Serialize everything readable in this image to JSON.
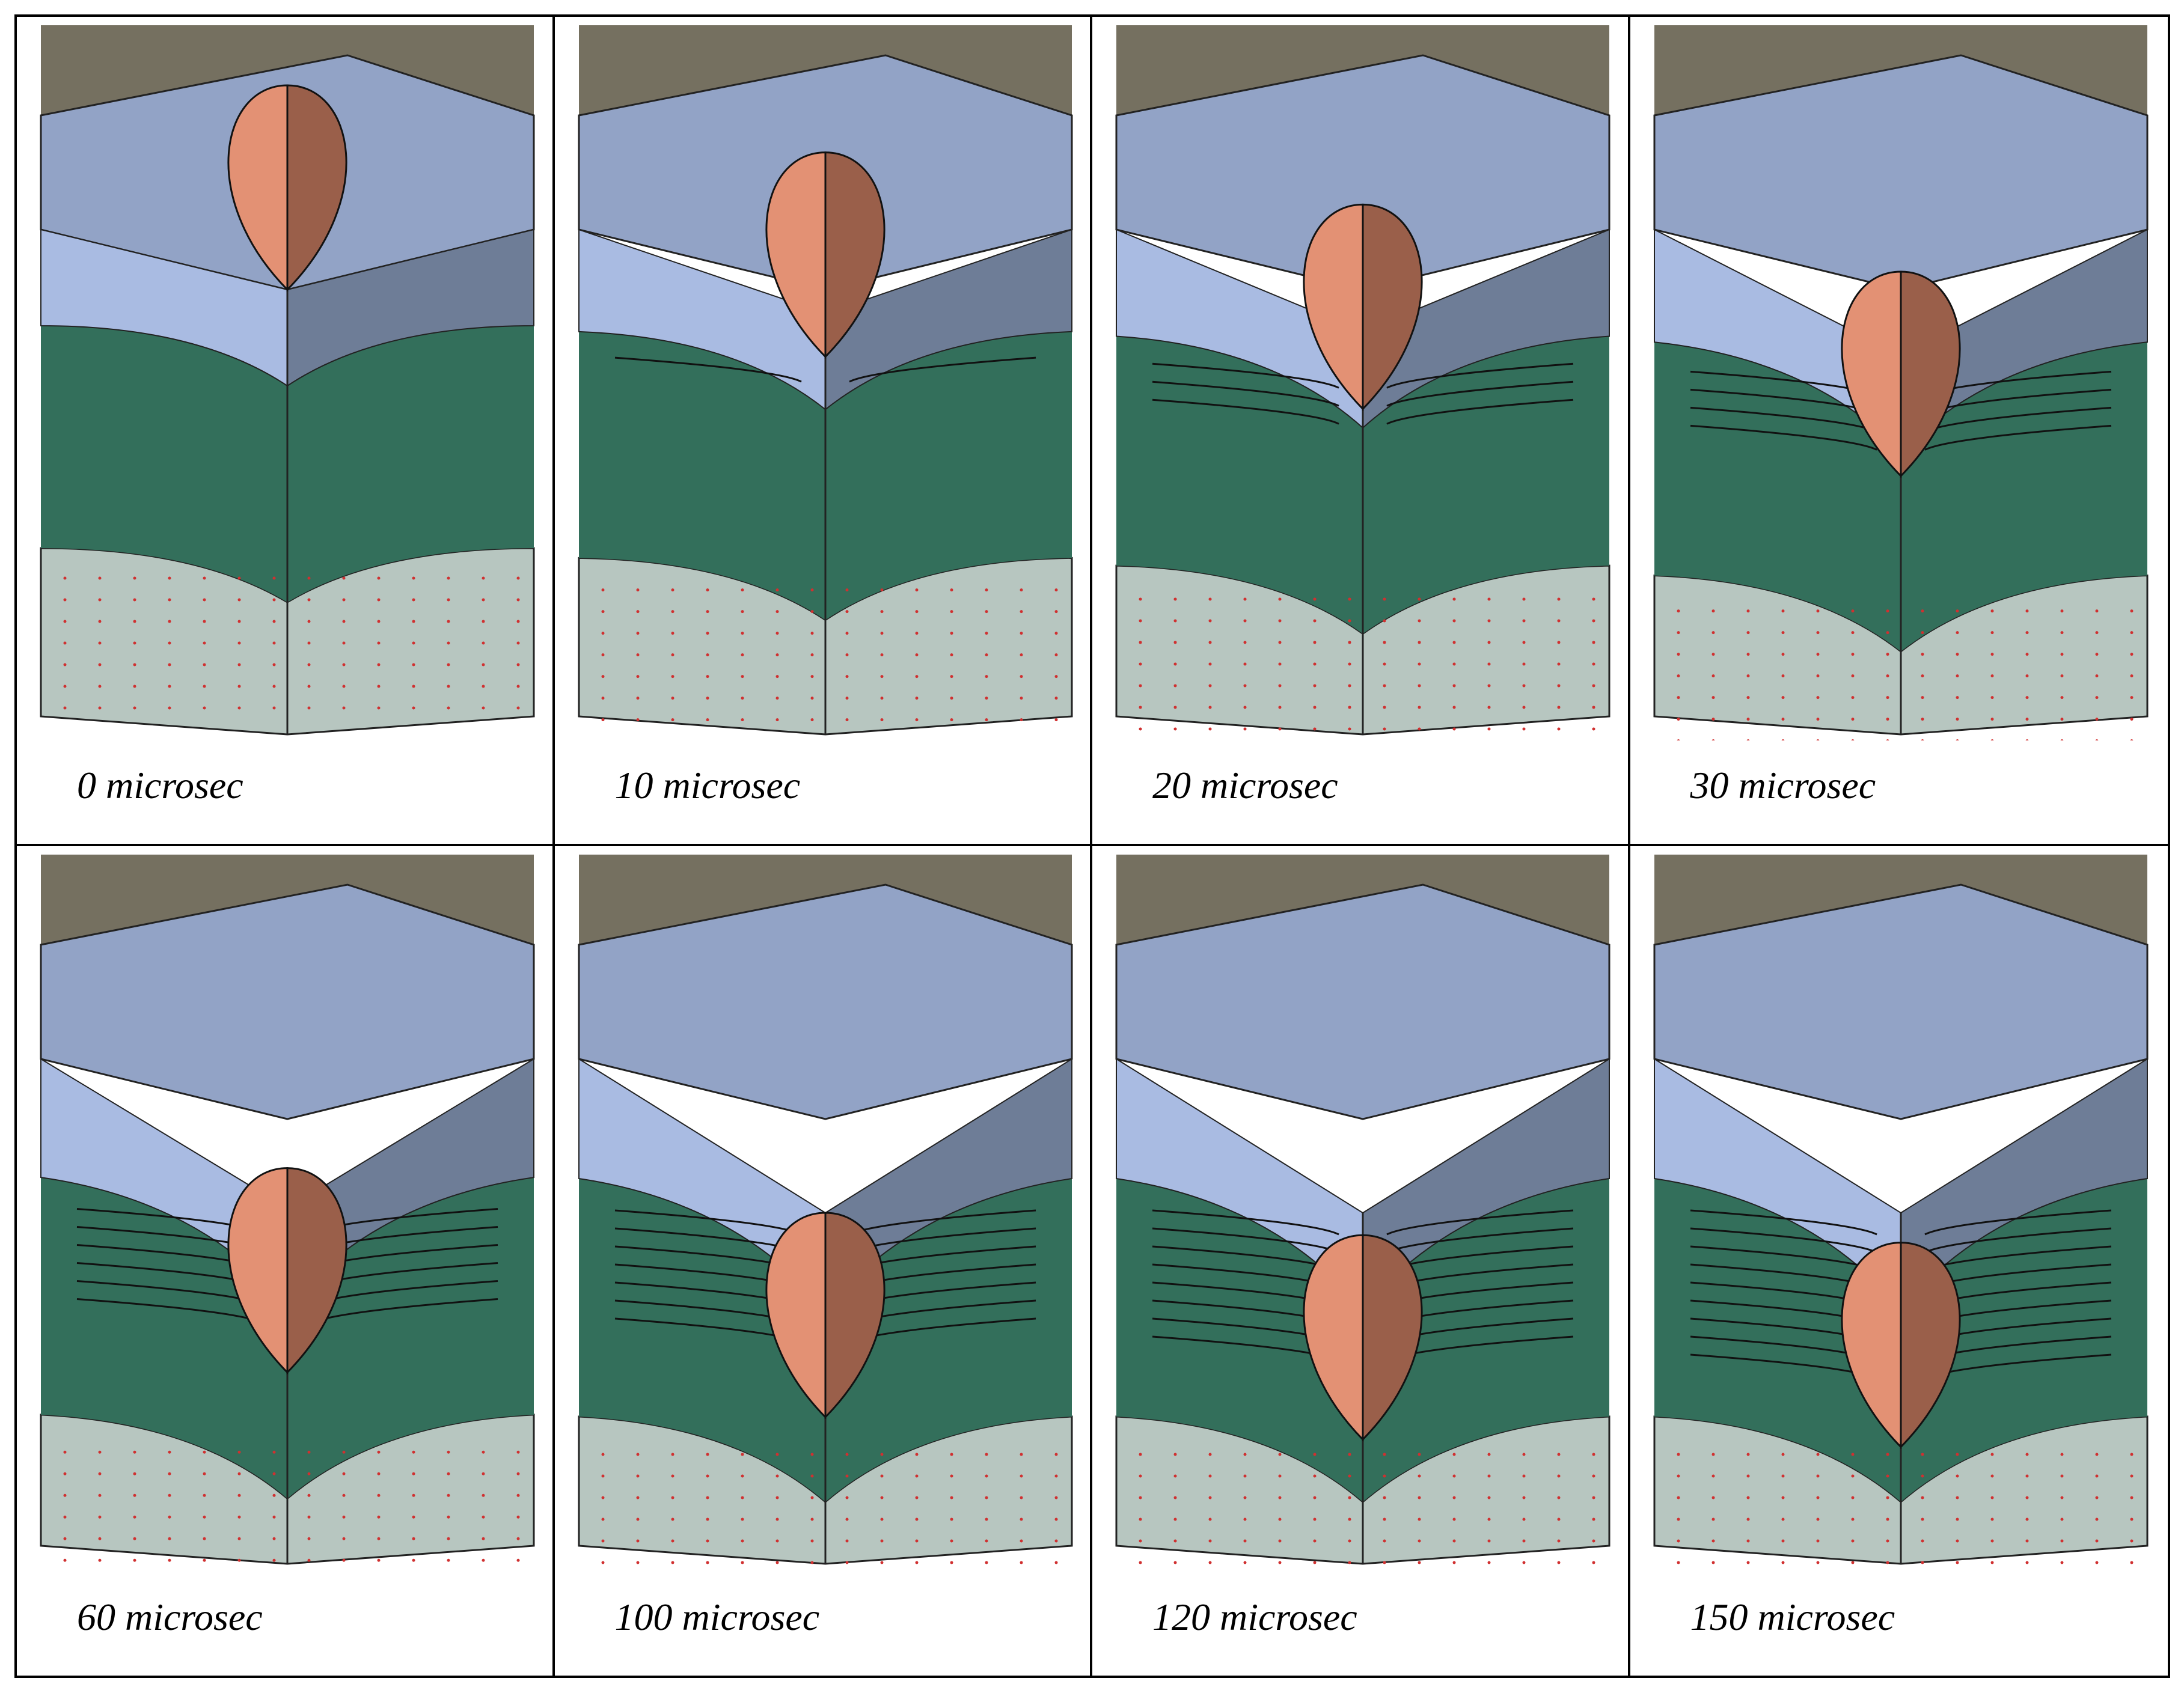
{
  "panels": [
    {
      "label": "0 microsec",
      "t": 0,
      "penetration": 0.0,
      "damage": 0.0
    },
    {
      "label": "10 microsec",
      "t": 10,
      "penetration": 0.18,
      "damage": 0.15
    },
    {
      "label": "20 microsec",
      "t": 20,
      "penetration": 0.32,
      "damage": 0.3
    },
    {
      "label": "30 microsec",
      "t": 30,
      "penetration": 0.5,
      "damage": 0.45
    },
    {
      "label": "60 microsec",
      "t": 60,
      "penetration": 0.68,
      "damage": 0.65
    },
    {
      "label": "100 microsec",
      "t": 100,
      "penetration": 0.8,
      "damage": 0.8
    },
    {
      "label": "120 microsec",
      "t": 120,
      "penetration": 0.86,
      "damage": 0.9
    },
    {
      "label": "150 microsec",
      "t": 150,
      "penetration": 0.88,
      "damage": 1.0
    }
  ],
  "colors": {
    "frame": "#757060",
    "ceramic_top": "#92a3c6",
    "ceramic_left": "#a9bbe2",
    "ceramic_right": "#6e7d97",
    "composite_left": "#336f5b",
    "composite_right": "#2a5a48",
    "backing_left": "#b7c6c0",
    "backing_right": "#a6b3ae",
    "projectile_light": "#e39174",
    "projectile_dark": "#9a5f4a",
    "node_dots": "#d03030"
  }
}
